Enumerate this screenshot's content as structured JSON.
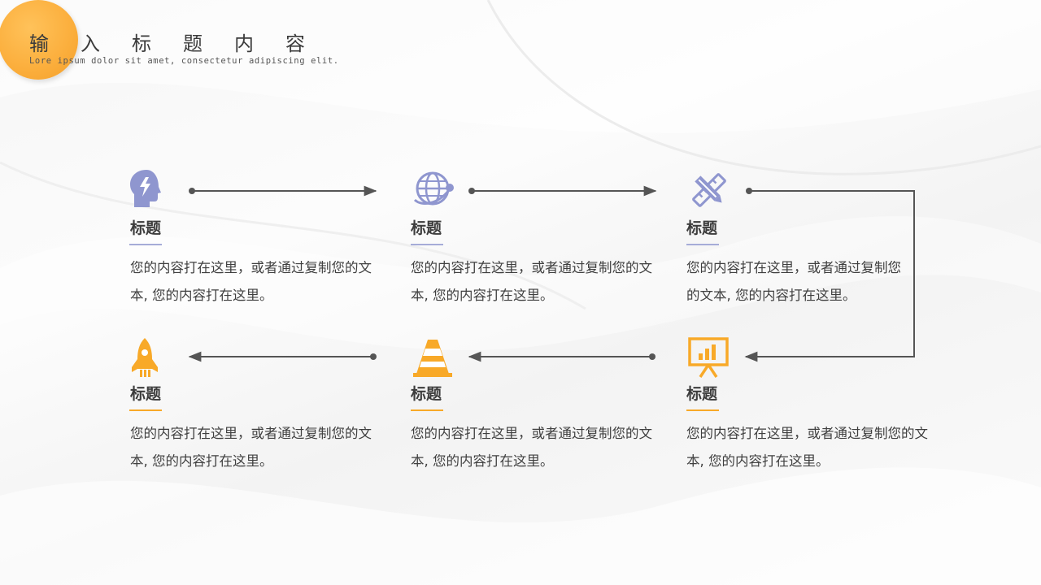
{
  "header": {
    "title": "输入标题内容",
    "subtitle": "Lore ipsum dolor sit amet, consectetur adipiscing elit."
  },
  "colors": {
    "accent_orange": "#f8a928",
    "accent_purple": "#8f96cf",
    "line": "#555555",
    "text": "#3f3f3f"
  },
  "steps": [
    {
      "icon": "head-brain-icon",
      "title": "标题",
      "body": "您的内容打在这里，或者通过复制您的文本, 您的内容打在这里。"
    },
    {
      "icon": "globe-icon",
      "title": "标题",
      "body": "您的内容打在这里，或者通过复制您的文本, 您的内容打在这里。"
    },
    {
      "icon": "ruler-pencil-icon",
      "title": "标题",
      "body": "您的内容打在这里，或者通过复制您的文本, 您的内容打在这里。"
    },
    {
      "icon": "rocket-icon",
      "title": "标题",
      "body": "您的内容打在这里，或者通过复制您的文本, 您的内容打在这里。"
    },
    {
      "icon": "traffic-cone-icon",
      "title": "标题",
      "body": "您的内容打在这里，或者通过复制您的文本, 您的内容打在这里。"
    },
    {
      "icon": "presentation-chart-icon",
      "title": "标题",
      "body": "您的内容打在这里，或者通过复制您的文本, 您的内容打在这里。"
    }
  ]
}
